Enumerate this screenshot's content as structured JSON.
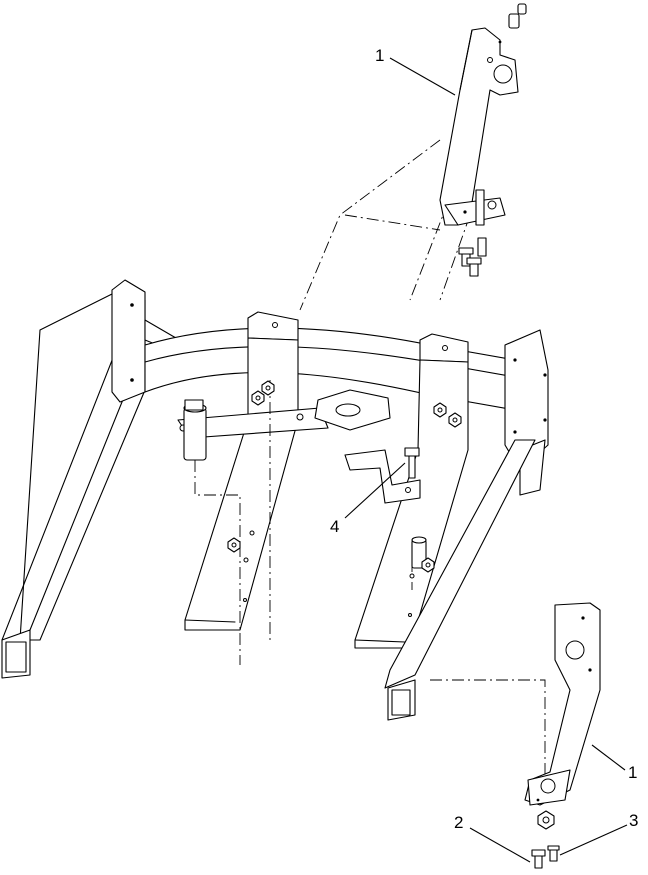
{
  "callouts": [
    {
      "id": "c1-top",
      "label": "1"
    },
    {
      "id": "c1-bottom",
      "label": "1"
    },
    {
      "id": "c2",
      "label": "2"
    },
    {
      "id": "c3",
      "label": "3"
    },
    {
      "id": "c4",
      "label": "4"
    }
  ],
  "icons": {
    "frame": "mower-main-frame",
    "bracket": "mounting-bracket",
    "bolt": "hex-bolt",
    "nut": "lock-nut"
  }
}
